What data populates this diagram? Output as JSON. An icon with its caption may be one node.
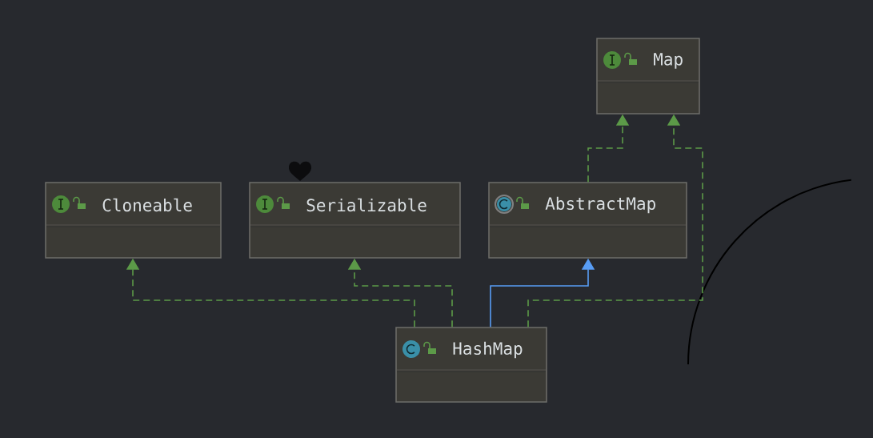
{
  "diagram": {
    "nodes": [
      {
        "text": [
          "Map"
        ]
      },
      {
        "text": [
          "Cloneable"
        ]
      },
      {
        "text": [
          "Serializable"
        ]
      },
      {
        "text": [
          "AbstractMap"
        ]
      },
      {
        "text": [
          "HashMap"
        ]
      }
    ],
    "edges": [
      {
        "from": 3,
        "to": 0,
        "arrow": "to",
        "style": "dashed"
      },
      {
        "from": 4,
        "to": 1,
        "arrow": "to",
        "style": "dashed"
      },
      {
        "from": 4,
        "to": 2,
        "arrow": "to",
        "style": "dashed"
      },
      {
        "from": 4,
        "to": 3,
        "arrow": "to",
        "color": "#589df6"
      },
      {
        "from": 4,
        "to": 0,
        "arrow": "to",
        "style": "dashed"
      }
    ]
  }
}
